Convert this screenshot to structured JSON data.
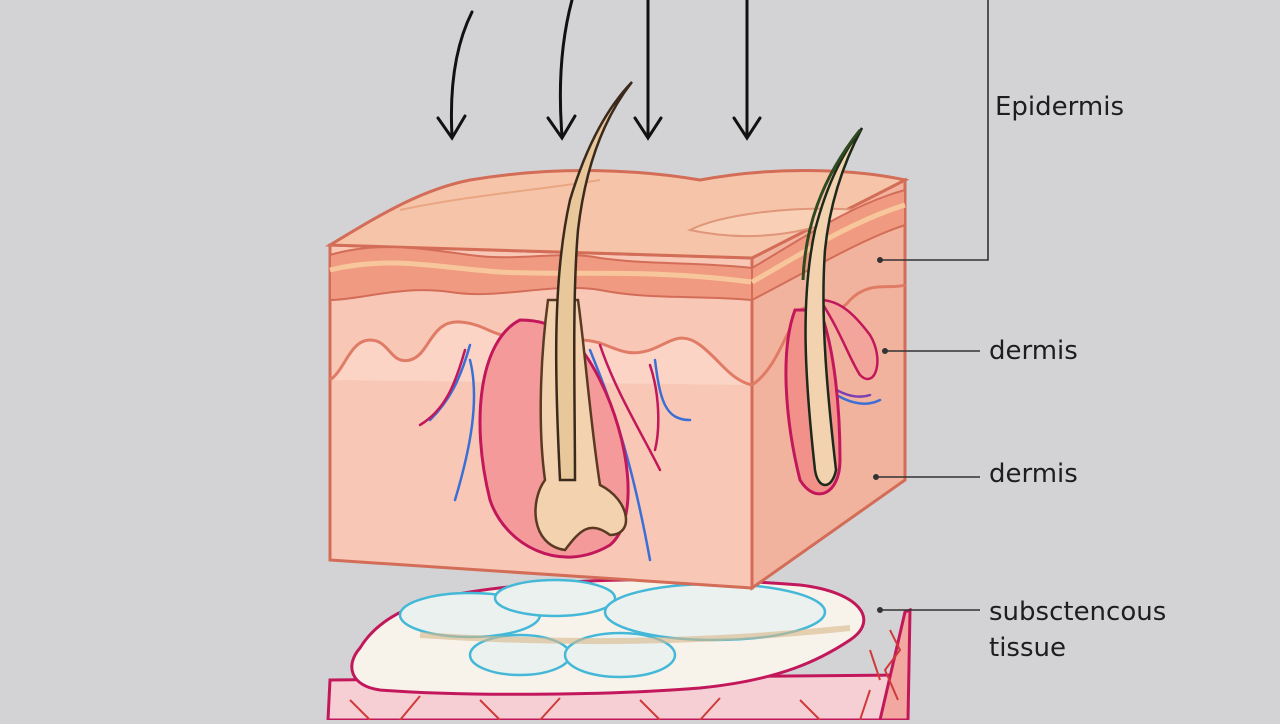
{
  "labels": {
    "epidermis": "Epidermis",
    "dermis_upper": "dermis",
    "dermis_lower": "dermis",
    "subcutaneous_line1": "subsctencous",
    "subcutaneous_line2": "tissue"
  },
  "colors": {
    "background": "#d3d3d5",
    "skin_top": "#f6c4a8",
    "skin_front": "#f8c7b6",
    "skin_side": "#f2b39e",
    "outline": "#d36d58",
    "epidermis_band": "#f09a82",
    "hair": "#3a2a1c",
    "follicle": "#f3d2b0",
    "vessel_red": "#c2185b",
    "vessel_blue": "#3b6fd6",
    "fat": "#f7f3ea",
    "fat_outline": "#45b8d8",
    "leader_line": "#333333"
  }
}
